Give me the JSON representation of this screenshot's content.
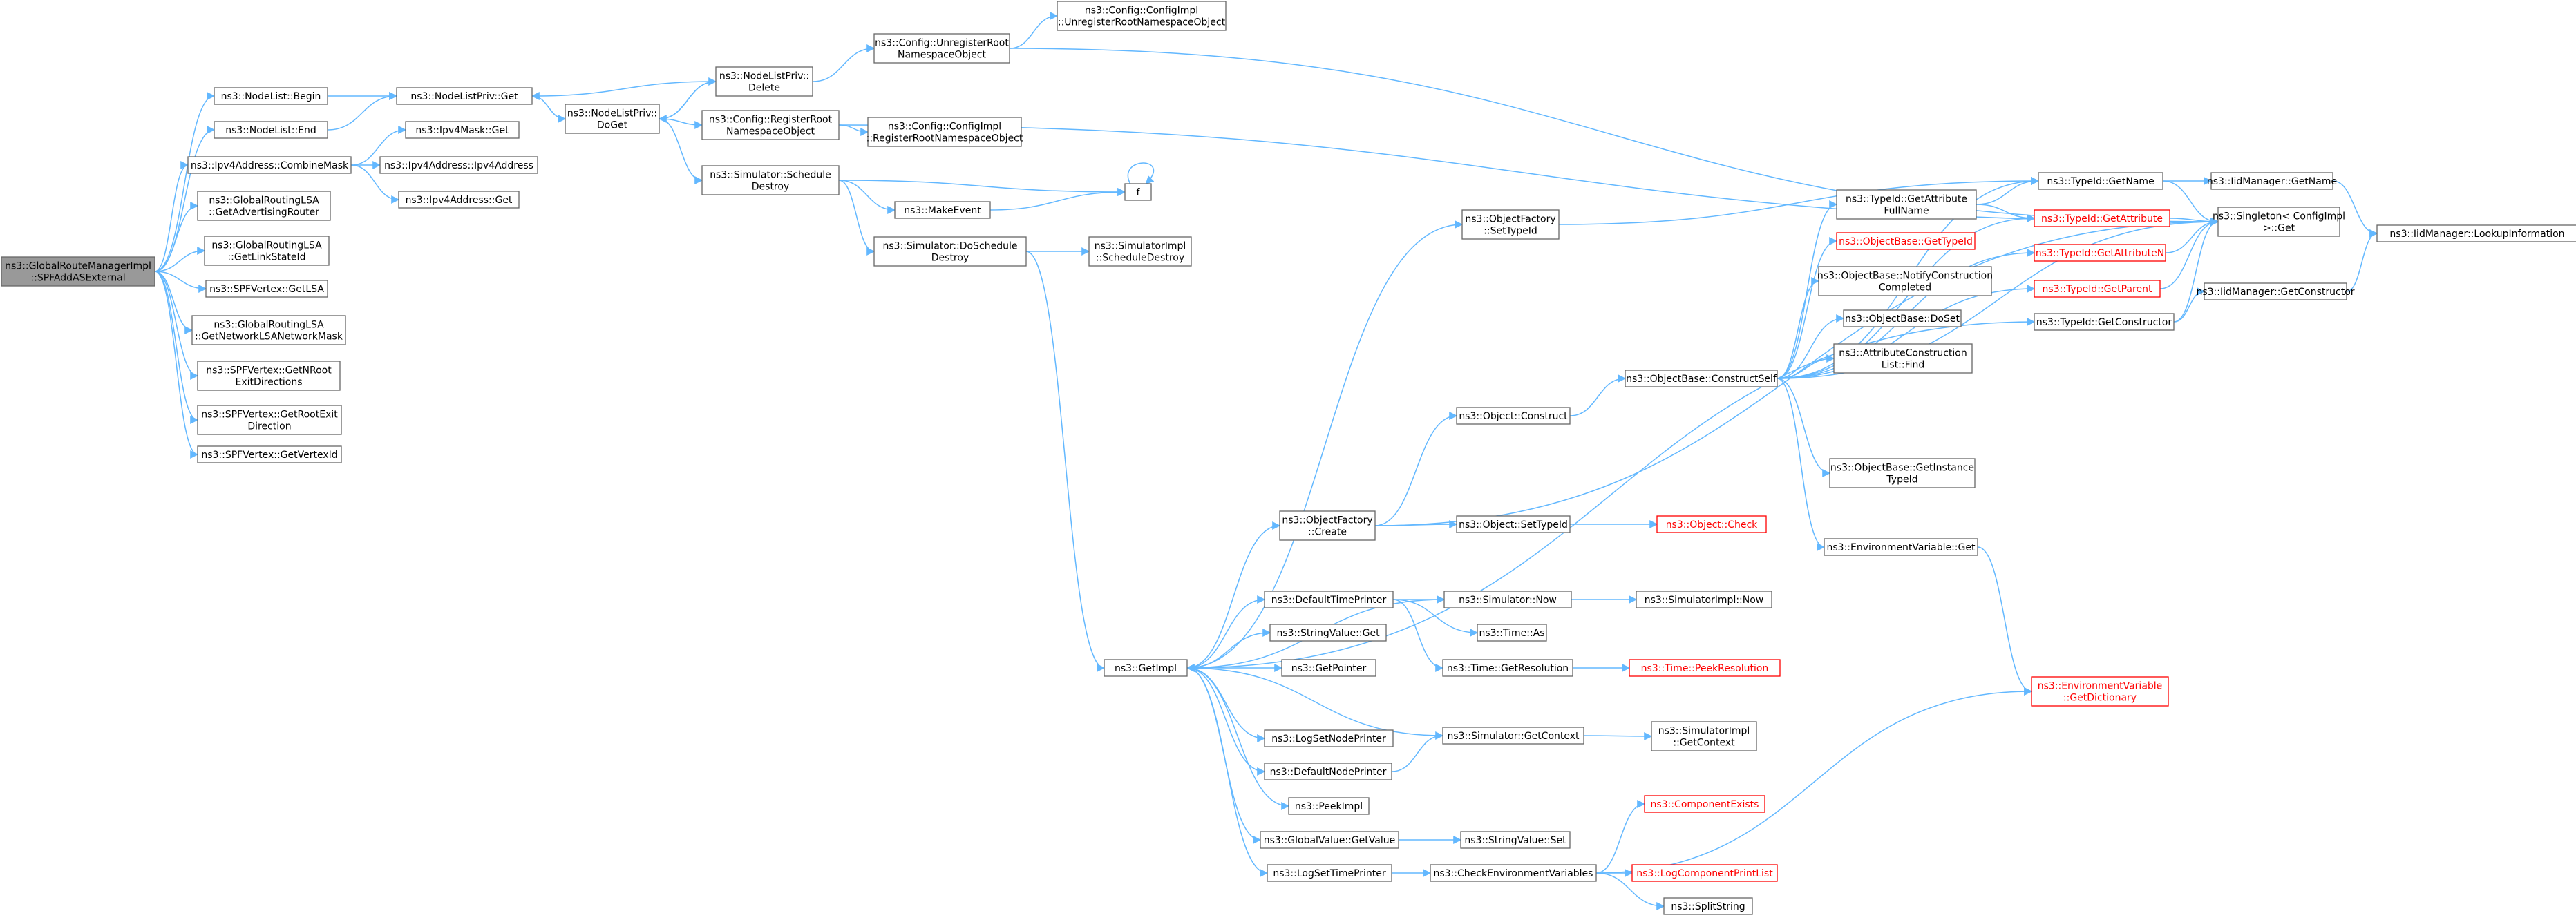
{
  "graph": {
    "nodes": [
      {
        "id": "root",
        "lines": [
          "ns3::GlobalRouteManagerImpl",
          "::SPFAddASExternal"
        ],
        "style": "root"
      },
      {
        "id": "nl_begin",
        "lines": [
          "ns3::NodeList::Begin"
        ]
      },
      {
        "id": "nl_end",
        "lines": [
          "ns3::NodeList::End"
        ]
      },
      {
        "id": "combine",
        "lines": [
          "ns3::Ipv4Address::CombineMask"
        ]
      },
      {
        "id": "glsa_adv",
        "lines": [
          "ns3::GlobalRoutingLSA",
          "::GetAdvertisingRouter"
        ]
      },
      {
        "id": "glsa_link",
        "lines": [
          "ns3::GlobalRoutingLSA",
          "::GetLinkStateId"
        ]
      },
      {
        "id": "spf_getlsa",
        "lines": [
          "ns3::SPFVertex::GetLSA"
        ]
      },
      {
        "id": "glsa_netmask",
        "lines": [
          "ns3::GlobalRoutingLSA",
          "::GetNetworkLSANetworkMask"
        ]
      },
      {
        "id": "spf_nroot",
        "lines": [
          "ns3::SPFVertex::GetNRoot",
          "ExitDirections"
        ]
      },
      {
        "id": "spf_rootexit",
        "lines": [
          "ns3::SPFVertex::GetRootExit",
          "Direction"
        ]
      },
      {
        "id": "spf_vertexid",
        "lines": [
          "ns3::SPFVertex::GetVertexId"
        ]
      },
      {
        "id": "nlp_get",
        "lines": [
          "ns3::NodeListPriv::Get"
        ]
      },
      {
        "id": "ipv4mask_get",
        "lines": [
          "ns3::Ipv4Mask::Get"
        ]
      },
      {
        "id": "ipv4addr_ctor",
        "lines": [
          "ns3::Ipv4Address::Ipv4Address"
        ]
      },
      {
        "id": "ipv4addr_get",
        "lines": [
          "ns3::Ipv4Address::Get"
        ]
      },
      {
        "id": "nlp_doget",
        "lines": [
          "ns3::NodeListPriv::",
          "DoGet"
        ]
      },
      {
        "id": "nlp_delete",
        "lines": [
          "ns3::NodeListPriv::",
          "Delete"
        ]
      },
      {
        "id": "cfg_reg",
        "lines": [
          "ns3::Config::RegisterRoot",
          "NamespaceObject"
        ]
      },
      {
        "id": "sim_sched",
        "lines": [
          "ns3::Simulator::Schedule",
          "Destroy"
        ]
      },
      {
        "id": "cfg_unreg",
        "lines": [
          "ns3::Config::UnregisterRoot",
          "NamespaceObject"
        ]
      },
      {
        "id": "cfgimpl_unreg",
        "lines": [
          "ns3::Config::ConfigImpl",
          "::UnregisterRootNamespaceObject"
        ]
      },
      {
        "id": "cfgimpl_reg",
        "lines": [
          "ns3::Config::ConfigImpl",
          "::RegisterRootNamespaceObject"
        ]
      },
      {
        "id": "makeevent",
        "lines": [
          "ns3::MakeEvent"
        ]
      },
      {
        "id": "sim_dosched",
        "lines": [
          "ns3::Simulator::DoSchedule",
          "Destroy"
        ]
      },
      {
        "id": "f",
        "lines": [
          "f"
        ]
      },
      {
        "id": "simimpl_sched",
        "lines": [
          "ns3::SimulatorImpl",
          "::ScheduleDestroy"
        ]
      },
      {
        "id": "getimpl",
        "lines": [
          "ns3::GetImpl"
        ]
      },
      {
        "id": "of_settypeid",
        "lines": [
          "ns3::ObjectFactory",
          "::SetTypeId"
        ]
      },
      {
        "id": "of_create",
        "lines": [
          "ns3::ObjectFactory",
          "::Create"
        ]
      },
      {
        "id": "defaulttimeprinter",
        "lines": [
          "ns3::DefaultTimePrinter"
        ]
      },
      {
        "id": "stringvalue_get",
        "lines": [
          "ns3::StringValue::Get"
        ]
      },
      {
        "id": "getpointer",
        "lines": [
          "ns3::GetPointer"
        ]
      },
      {
        "id": "logsetnodeprinter",
        "lines": [
          "ns3::LogSetNodePrinter"
        ]
      },
      {
        "id": "defaultnodeprinter",
        "lines": [
          "ns3::DefaultNodePrinter"
        ]
      },
      {
        "id": "peekimpl",
        "lines": [
          "ns3::PeekImpl"
        ]
      },
      {
        "id": "globalvalue_get",
        "lines": [
          "ns3::GlobalValue::GetValue"
        ]
      },
      {
        "id": "logsettimeprinter",
        "lines": [
          "ns3::LogSetTimePrinter"
        ]
      },
      {
        "id": "object_construct",
        "lines": [
          "ns3::Object::Construct"
        ]
      },
      {
        "id": "object_settypeid",
        "lines": [
          "ns3::Object::SetTypeId"
        ]
      },
      {
        "id": "sim_now",
        "lines": [
          "ns3::Simulator::Now"
        ]
      },
      {
        "id": "time_as",
        "lines": [
          "ns3::Time::As"
        ]
      },
      {
        "id": "time_getres",
        "lines": [
          "ns3::Time::GetResolution"
        ]
      },
      {
        "id": "sim_getcontext",
        "lines": [
          "ns3::Simulator::GetContext"
        ]
      },
      {
        "id": "stringvalue_set",
        "lines": [
          "ns3::StringValue::Set"
        ]
      },
      {
        "id": "checkenv",
        "lines": [
          "ns3::CheckEnvironmentVariables"
        ]
      },
      {
        "id": "object_check",
        "lines": [
          "ns3::Object::Check"
        ],
        "style": "red"
      },
      {
        "id": "simimpl_now",
        "lines": [
          "ns3::SimulatorImpl::Now"
        ]
      },
      {
        "id": "time_peekres",
        "lines": [
          "ns3::Time::PeekResolution"
        ],
        "style": "red"
      },
      {
        "id": "simimpl_getcontext",
        "lines": [
          "ns3::SimulatorImpl",
          "::GetContext"
        ]
      },
      {
        "id": "componentexists",
        "lines": [
          "ns3::ComponentExists"
        ],
        "style": "red"
      },
      {
        "id": "logcompprintlist",
        "lines": [
          "ns3::LogComponentPrintList"
        ],
        "style": "red"
      },
      {
        "id": "splitstring",
        "lines": [
          "ns3::SplitString"
        ]
      },
      {
        "id": "ob_constructself",
        "lines": [
          "ns3::ObjectBase::ConstructSelf"
        ]
      },
      {
        "id": "typeid_getattrfull",
        "lines": [
          "ns3::TypeId::GetAttribute",
          "FullName"
        ]
      },
      {
        "id": "ob_gettypeid",
        "lines": [
          "ns3::ObjectBase::GetTypeId"
        ],
        "style": "red"
      },
      {
        "id": "ob_notify",
        "lines": [
          "ns3::ObjectBase::NotifyConstruction",
          "Completed"
        ]
      },
      {
        "id": "ob_doset",
        "lines": [
          "ns3::ObjectBase::DoSet"
        ]
      },
      {
        "id": "attrconstr_find",
        "lines": [
          "ns3::AttributeConstruction",
          "List::Find"
        ]
      },
      {
        "id": "ob_getinstance",
        "lines": [
          "ns3::ObjectBase::GetInstance",
          "TypeId"
        ]
      },
      {
        "id": "envvar_get",
        "lines": [
          "ns3::EnvironmentVariable::Get"
        ]
      },
      {
        "id": "envvar_getdict",
        "lines": [
          "ns3::EnvironmentVariable",
          "::GetDictionary"
        ],
        "style": "red"
      },
      {
        "id": "typeid_getname",
        "lines": [
          "ns3::TypeId::GetName"
        ]
      },
      {
        "id": "typeid_getattr",
        "lines": [
          "ns3::TypeId::GetAttribute"
        ],
        "style": "red"
      },
      {
        "id": "typeid_getattrn",
        "lines": [
          "ns3::TypeId::GetAttributeN"
        ],
        "style": "red"
      },
      {
        "id": "typeid_getparent",
        "lines": [
          "ns3::TypeId::GetParent"
        ],
        "style": "red"
      },
      {
        "id": "typeid_getctor",
        "lines": [
          "ns3::TypeId::GetConstructor"
        ]
      },
      {
        "id": "iidm_getname",
        "lines": [
          "ns3::IidManager::GetName"
        ]
      },
      {
        "id": "singleton_get",
        "lines": [
          "ns3::Singleton< ConfigImpl",
          " >::Get"
        ]
      },
      {
        "id": "iidm_getctor",
        "lines": [
          "ns3::IidManager::GetConstructor"
        ]
      },
      {
        "id": "iidm_lookup",
        "lines": [
          "ns3::IidManager::LookupInformation"
        ]
      }
    ],
    "edges": [
      [
        "root",
        "nl_begin"
      ],
      [
        "root",
        "nl_end"
      ],
      [
        "root",
        "combine"
      ],
      [
        "root",
        "glsa_adv"
      ],
      [
        "root",
        "glsa_link"
      ],
      [
        "root",
        "spf_getlsa"
      ],
      [
        "root",
        "glsa_netmask"
      ],
      [
        "root",
        "spf_nroot"
      ],
      [
        "root",
        "spf_rootexit"
      ],
      [
        "root",
        "spf_vertexid"
      ],
      [
        "nl_begin",
        "nlp_get"
      ],
      [
        "nl_end",
        "nlp_get"
      ],
      [
        "combine",
        "ipv4mask_get"
      ],
      [
        "combine",
        "ipv4addr_ctor"
      ],
      [
        "combine",
        "ipv4addr_get"
      ],
      [
        "nlp_get",
        "nlp_doget"
      ],
      [
        "nlp_doget",
        "nlp_delete"
      ],
      [
        "nlp_doget",
        "cfg_reg"
      ],
      [
        "nlp_doget",
        "sim_sched"
      ],
      [
        "nlp_delete",
        "nlp_get"
      ],
      [
        "nlp_delete",
        "nlp_doget"
      ],
      [
        "nlp_delete",
        "cfg_unreg"
      ],
      [
        "cfg_unreg",
        "cfgimpl_unreg"
      ],
      [
        "cfg_unreg",
        "singleton_get"
      ],
      [
        "cfg_reg",
        "cfgimpl_reg"
      ],
      [
        "cfg_reg",
        "singleton_get"
      ],
      [
        "sim_sched",
        "f"
      ],
      [
        "sim_sched",
        "makeevent"
      ],
      [
        "sim_sched",
        "sim_dosched"
      ],
      [
        "makeevent",
        "f"
      ],
      [
        "f",
        "f"
      ],
      [
        "sim_dosched",
        "simimpl_sched"
      ],
      [
        "sim_dosched",
        "getimpl"
      ],
      [
        "getimpl",
        "of_settypeid"
      ],
      [
        "getimpl",
        "of_create"
      ],
      [
        "getimpl",
        "defaulttimeprinter"
      ],
      [
        "getimpl",
        "stringvalue_get"
      ],
      [
        "getimpl",
        "getpointer"
      ],
      [
        "getimpl",
        "logsetnodeprinter"
      ],
      [
        "getimpl",
        "defaultnodeprinter"
      ],
      [
        "getimpl",
        "peekimpl"
      ],
      [
        "getimpl",
        "globalvalue_get"
      ],
      [
        "getimpl",
        "logsettimeprinter"
      ],
      [
        "getimpl",
        "typeid_getctor"
      ],
      [
        "of_settypeid",
        "typeid_getname"
      ],
      [
        "of_create",
        "object_construct"
      ],
      [
        "of_create",
        "object_settypeid"
      ],
      [
        "of_create",
        "singleton_get"
      ],
      [
        "object_construct",
        "ob_constructself"
      ],
      [
        "object_settypeid",
        "object_check"
      ],
      [
        "defaulttimeprinter",
        "sim_now"
      ],
      [
        "defaulttimeprinter",
        "time_as"
      ],
      [
        "defaulttimeprinter",
        "time_getres"
      ],
      [
        "sim_now",
        "simimpl_now"
      ],
      [
        "sim_now",
        "getimpl"
      ],
      [
        "time_getres",
        "time_peekres"
      ],
      [
        "sim_getcontext",
        "simimpl_getcontext"
      ],
      [
        "sim_getcontext",
        "getimpl"
      ],
      [
        "defaultnodeprinter",
        "sim_getcontext"
      ],
      [
        "globalvalue_get",
        "stringvalue_set"
      ],
      [
        "logsettimeprinter",
        "checkenv"
      ],
      [
        "checkenv",
        "componentexists"
      ],
      [
        "checkenv",
        "logcompprintlist"
      ],
      [
        "checkenv",
        "splitstring"
      ],
      [
        "checkenv",
        "envvar_getdict"
      ],
      [
        "ob_constructself",
        "typeid_getattrfull"
      ],
      [
        "ob_constructself",
        "ob_gettypeid"
      ],
      [
        "ob_constructself",
        "ob_notify"
      ],
      [
        "ob_constructself",
        "ob_doset"
      ],
      [
        "ob_constructself",
        "attrconstr_find"
      ],
      [
        "ob_constructself",
        "ob_getinstance"
      ],
      [
        "ob_constructself",
        "envvar_get"
      ],
      [
        "ob_constructself",
        "typeid_getname"
      ],
      [
        "ob_constructself",
        "typeid_getattr"
      ],
      [
        "ob_constructself",
        "typeid_getattrn"
      ],
      [
        "ob_constructself",
        "typeid_getparent"
      ],
      [
        "ob_constructself",
        "singleton_get"
      ],
      [
        "envvar_get",
        "envvar_getdict"
      ],
      [
        "typeid_getattrfull",
        "typeid_getname"
      ],
      [
        "typeid_getattrfull",
        "typeid_getattr"
      ],
      [
        "typeid_getname",
        "iidm_getname"
      ],
      [
        "typeid_getname",
        "singleton_get"
      ],
      [
        "typeid_getattr",
        "singleton_get"
      ],
      [
        "typeid_getattrn",
        "singleton_get"
      ],
      [
        "typeid_getparent",
        "singleton_get"
      ],
      [
        "typeid_getctor",
        "iidm_getctor"
      ],
      [
        "typeid_getctor",
        "singleton_get"
      ],
      [
        "iidm_getname",
        "iidm_lookup"
      ],
      [
        "iidm_getctor",
        "iidm_lookup"
      ]
    ]
  }
}
